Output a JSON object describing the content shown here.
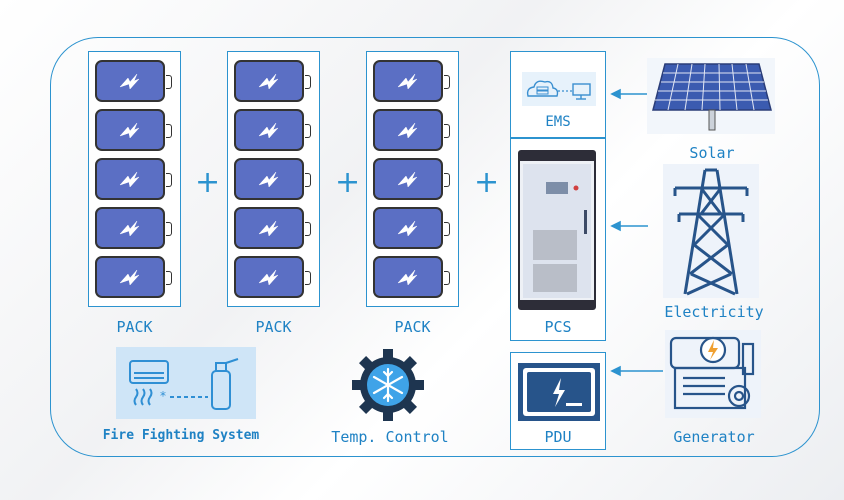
{
  "labels": {
    "pack1": "PACK",
    "pack2": "PACK",
    "pack3": "PACK",
    "ems": "EMS",
    "pcs": "PCS",
    "pdu": "PDU",
    "solar": "Solar",
    "electricity": "Electricity",
    "generator": "Generator",
    "fire": "Fire Fighting System",
    "temp": "Temp. Control"
  },
  "symbols": {
    "plus": "+"
  },
  "icons": {
    "cell": "battery-cell-icon",
    "ems": "cloud-server-monitor-icon",
    "pcs": "pcs-cabinet-icon",
    "pdu": "pdu-bolt-icon",
    "solar": "solar-panel-icon",
    "electricity": "power-tower-icon",
    "generator": "generator-icon",
    "fire": "ac-extinguisher-icon",
    "temp": "snowflake-gear-icon"
  },
  "colors": {
    "accent": "#2c93cf",
    "label": "#1f82c4",
    "cell": "#5b6fc4"
  }
}
